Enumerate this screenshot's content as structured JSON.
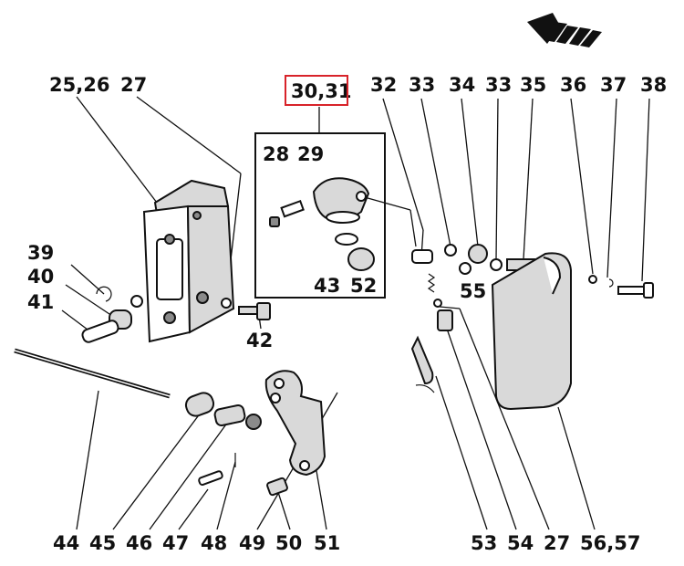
{
  "diagram": {
    "highlight_color": "#d8232a",
    "line_color": "#111111",
    "direction_icon": "direction-arrow-icon",
    "labels": {
      "l_25_26": "25,26",
      "l_27_top": "27",
      "l_30_31": "30,31",
      "l_32": "32",
      "l_33a": "33",
      "l_34": "34",
      "l_33b": "33",
      "l_35": "35",
      "l_36": "36",
      "l_37": "37",
      "l_38": "38",
      "l_28": "28",
      "l_29": "29",
      "l_39": "39",
      "l_40": "40",
      "l_41": "41",
      "l_42": "42",
      "l_43": "43",
      "l_52": "52",
      "l_55": "55",
      "l_44": "44",
      "l_45": "45",
      "l_46": "46",
      "l_47": "47",
      "l_48": "48",
      "l_49": "49",
      "l_50": "50",
      "l_51": "51",
      "l_53": "53",
      "l_54": "54",
      "l_27_bottom": "27",
      "l_56_57": "56,57"
    }
  }
}
